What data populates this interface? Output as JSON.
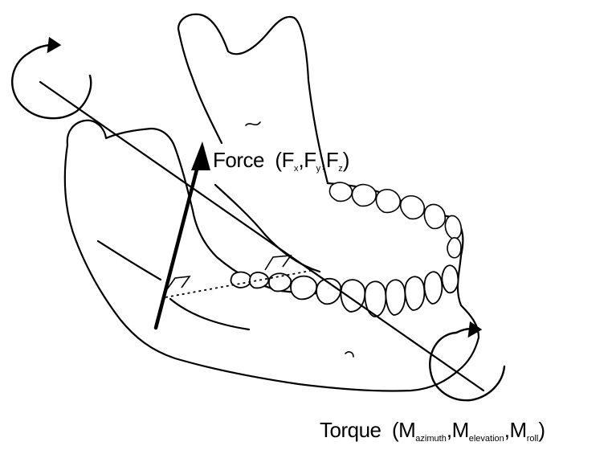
{
  "labels": {
    "force": {
      "word": "Force",
      "open": "(",
      "f": "F",
      "x": "x",
      "y": "y",
      "z": "z",
      "sep": ",",
      "close": ")"
    },
    "torque": {
      "word": "Torque",
      "open": "(",
      "m": "M",
      "azimuth": "azimuth",
      "elevation": "elevation",
      "roll": "roll",
      "sep": ",",
      "close": ")"
    }
  },
  "colors": {
    "ink": "#000000",
    "background": "#ffffff"
  }
}
